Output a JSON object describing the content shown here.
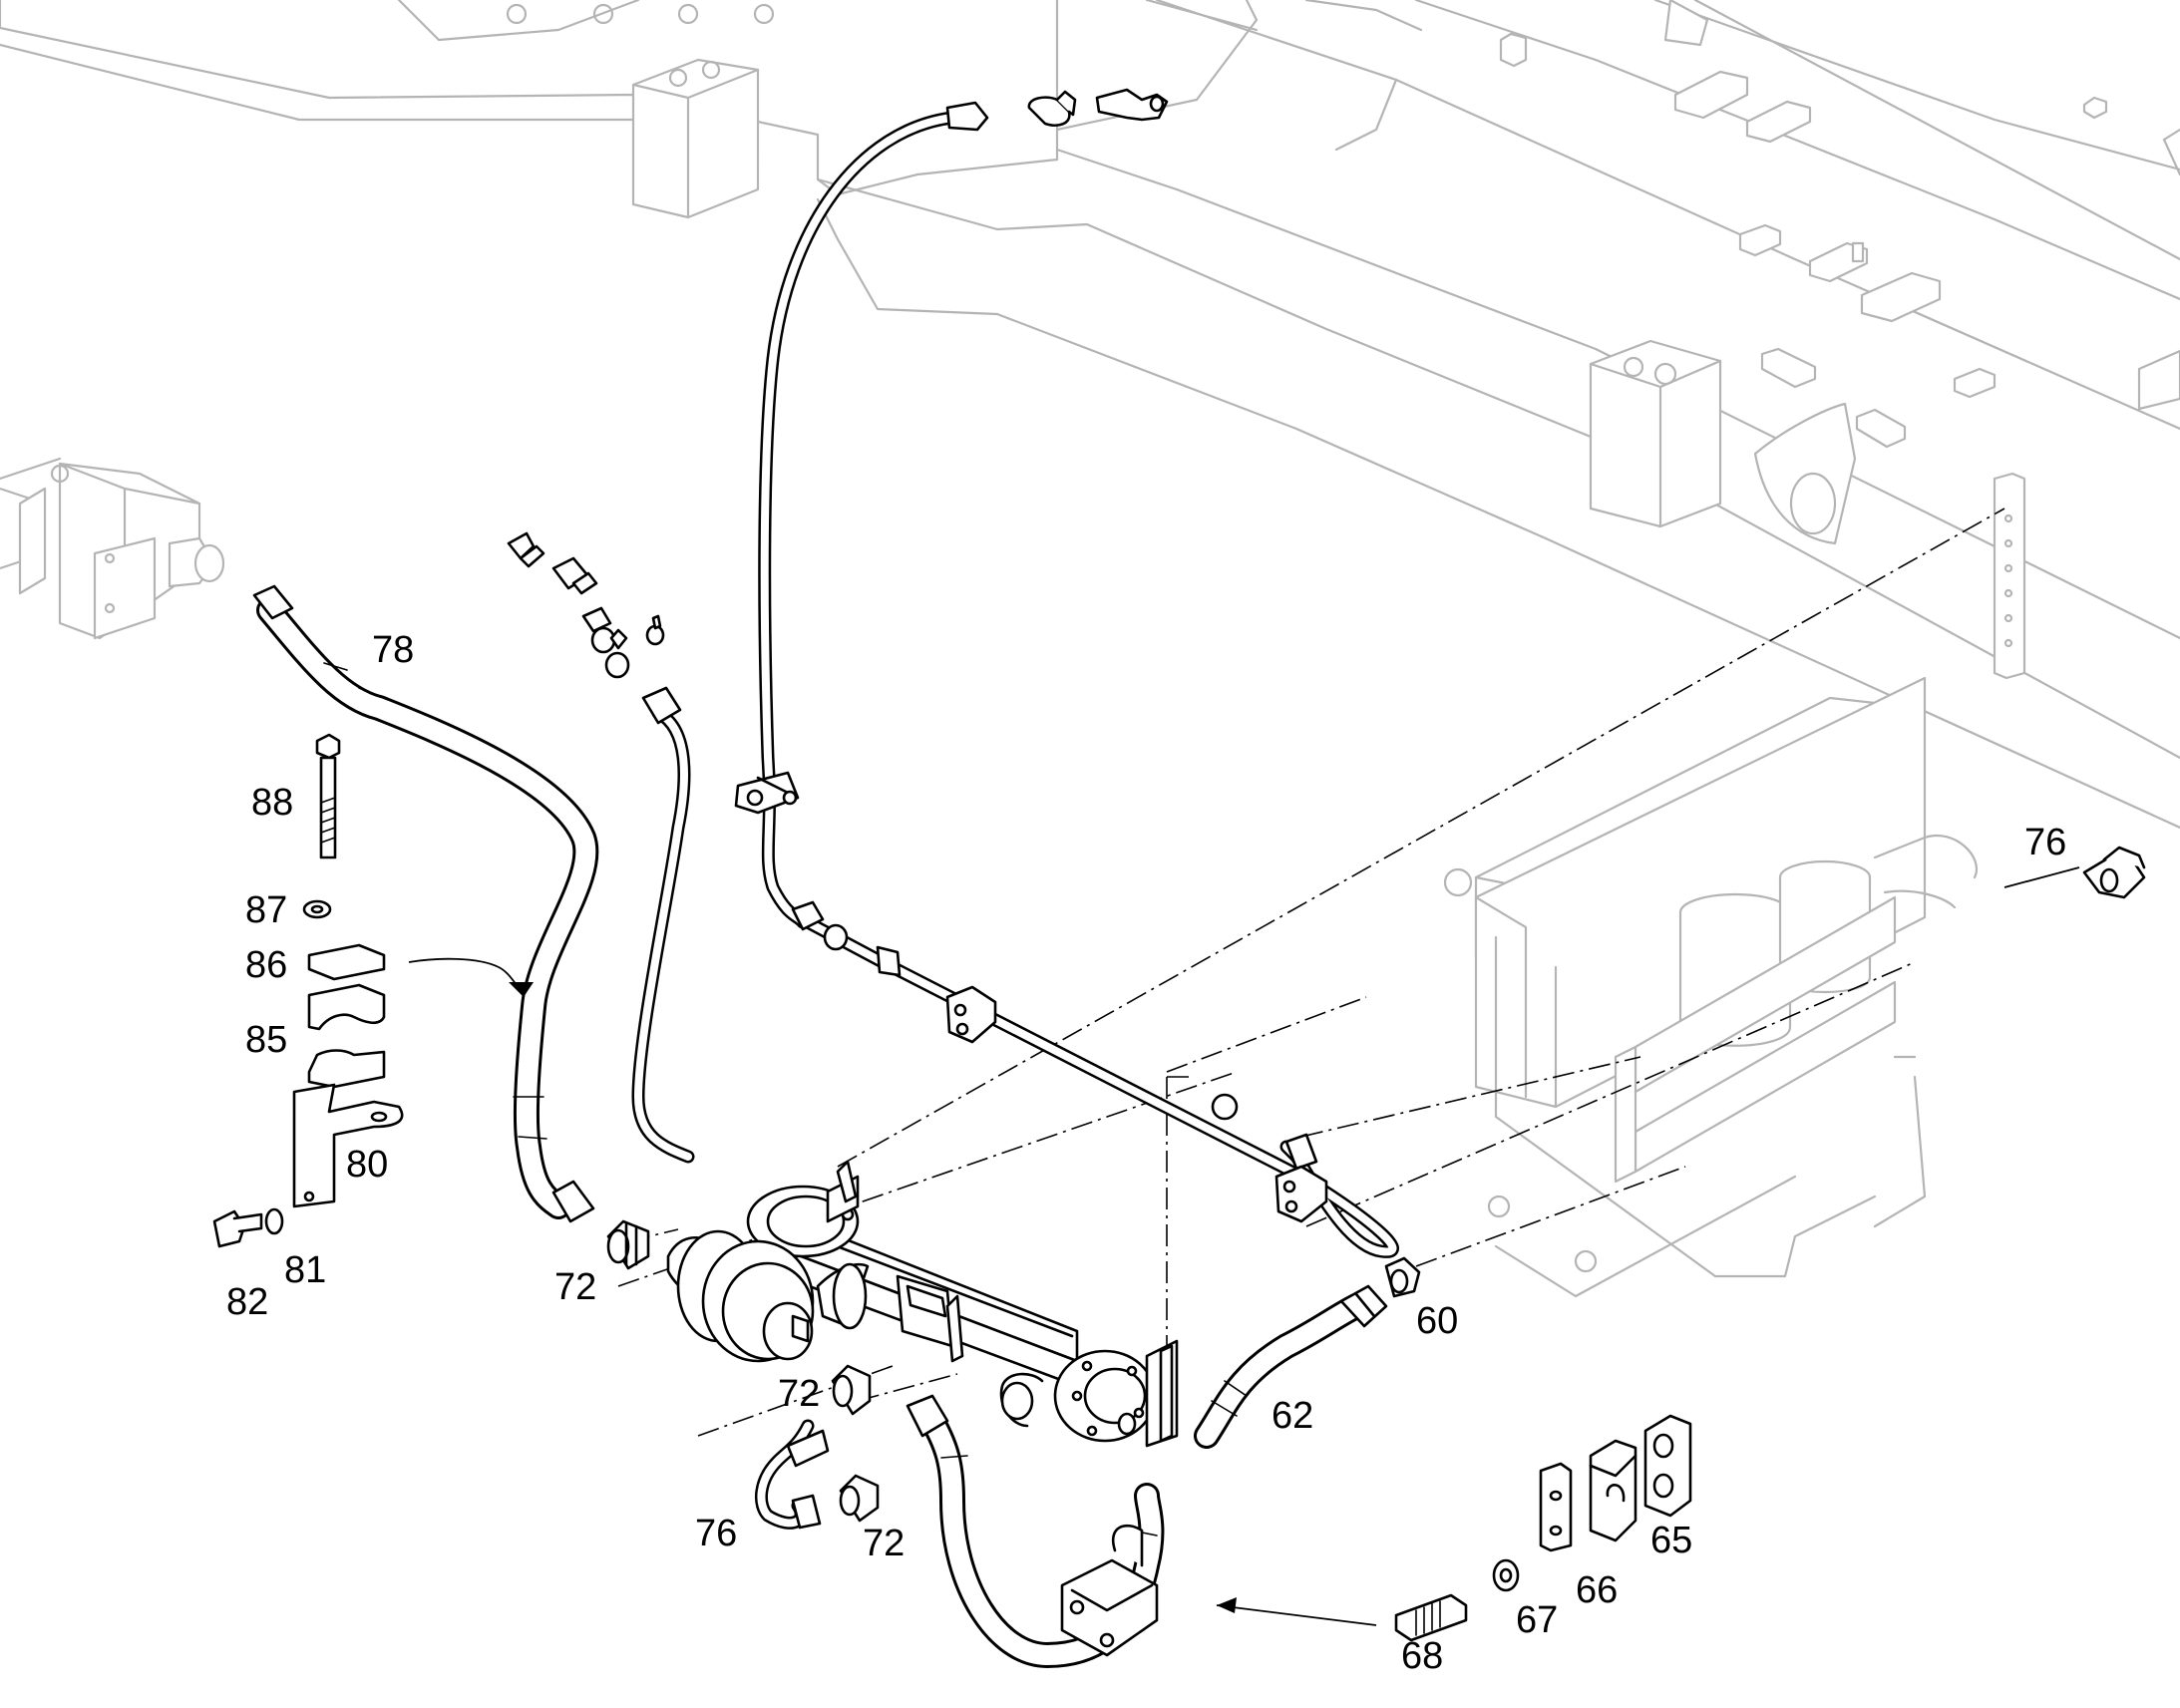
{
  "diagram": {
    "callouts": [
      {
        "id": "c78",
        "text": "78"
      },
      {
        "id": "c88",
        "text": "88"
      },
      {
        "id": "c87",
        "text": "87"
      },
      {
        "id": "c86",
        "text": "86"
      },
      {
        "id": "c85",
        "text": "85"
      },
      {
        "id": "c80",
        "text": "80"
      },
      {
        "id": "c81",
        "text": "81"
      },
      {
        "id": "c82",
        "text": "82"
      },
      {
        "id": "c72a",
        "text": "72"
      },
      {
        "id": "c72b",
        "text": "72"
      },
      {
        "id": "c72c",
        "text": "72"
      },
      {
        "id": "c76a",
        "text": "76"
      },
      {
        "id": "c76b",
        "text": "76"
      },
      {
        "id": "c62",
        "text": "62"
      },
      {
        "id": "c60",
        "text": "60"
      },
      {
        "id": "c65",
        "text": "65"
      },
      {
        "id": "c66",
        "text": "66"
      },
      {
        "id": "c67",
        "text": "67"
      },
      {
        "id": "c68",
        "text": "68"
      }
    ]
  }
}
